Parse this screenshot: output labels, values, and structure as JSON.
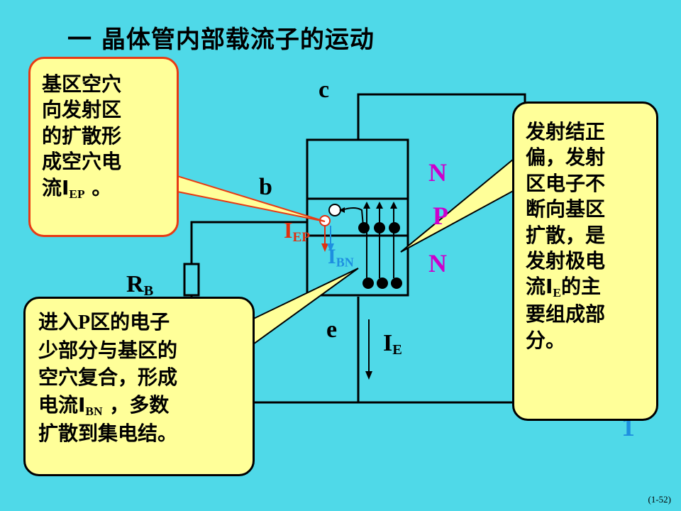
{
  "title": "一 晶体管内部载流子的运动",
  "labels": {
    "c": "c",
    "b": "b",
    "e": "e",
    "n_top": "N",
    "p": "P",
    "n_bottom": "N",
    "rb_main": "R",
    "rb_sub": "B",
    "iep_main": "I",
    "iep_sub": "EP",
    "ibn_main": "I",
    "ibn_sub": "BN",
    "ie_main": "I",
    "ie_sub": "E",
    "step_number": "1"
  },
  "callout_left_top": {
    "line1": "基区空穴",
    "line2": "向发射区",
    "line3": "的扩散形",
    "line4": "成空穴电",
    "line5_pre": "流I",
    "line5_sub": "EP",
    "line5_post": " 。"
  },
  "callout_right": {
    "line1": "发射结正",
    "line2": "偏，发射",
    "line3": "区电子不",
    "line4": "断向基区",
    "line5": "扩散，是",
    "line6": "发射极电",
    "line7_pre": "流I",
    "line7_sub": "E",
    "line7_post": "的主",
    "line8": "要组成部",
    "line9": "分。"
  },
  "callout_left_bottom": {
    "line1_pre": "进入",
    "line1_p": "P",
    "line1_post": "区的电子",
    "line2": "少部分与基区的",
    "line3": "空穴复合，形成",
    "line4_pre": "电流I",
    "line4_sub": "BN",
    "line4_post": " ，多数",
    "line5": "扩散到集电结。"
  },
  "page_number": "(1-52)",
  "colors": {
    "background": "#4fd9e8",
    "callout_fill": "#ffff99",
    "callout_border": "#e83a14",
    "n_label": "#cc00cc",
    "iep": "#e03010",
    "ibn": "#1e8fe0",
    "step_number": "#1e8fe0"
  }
}
